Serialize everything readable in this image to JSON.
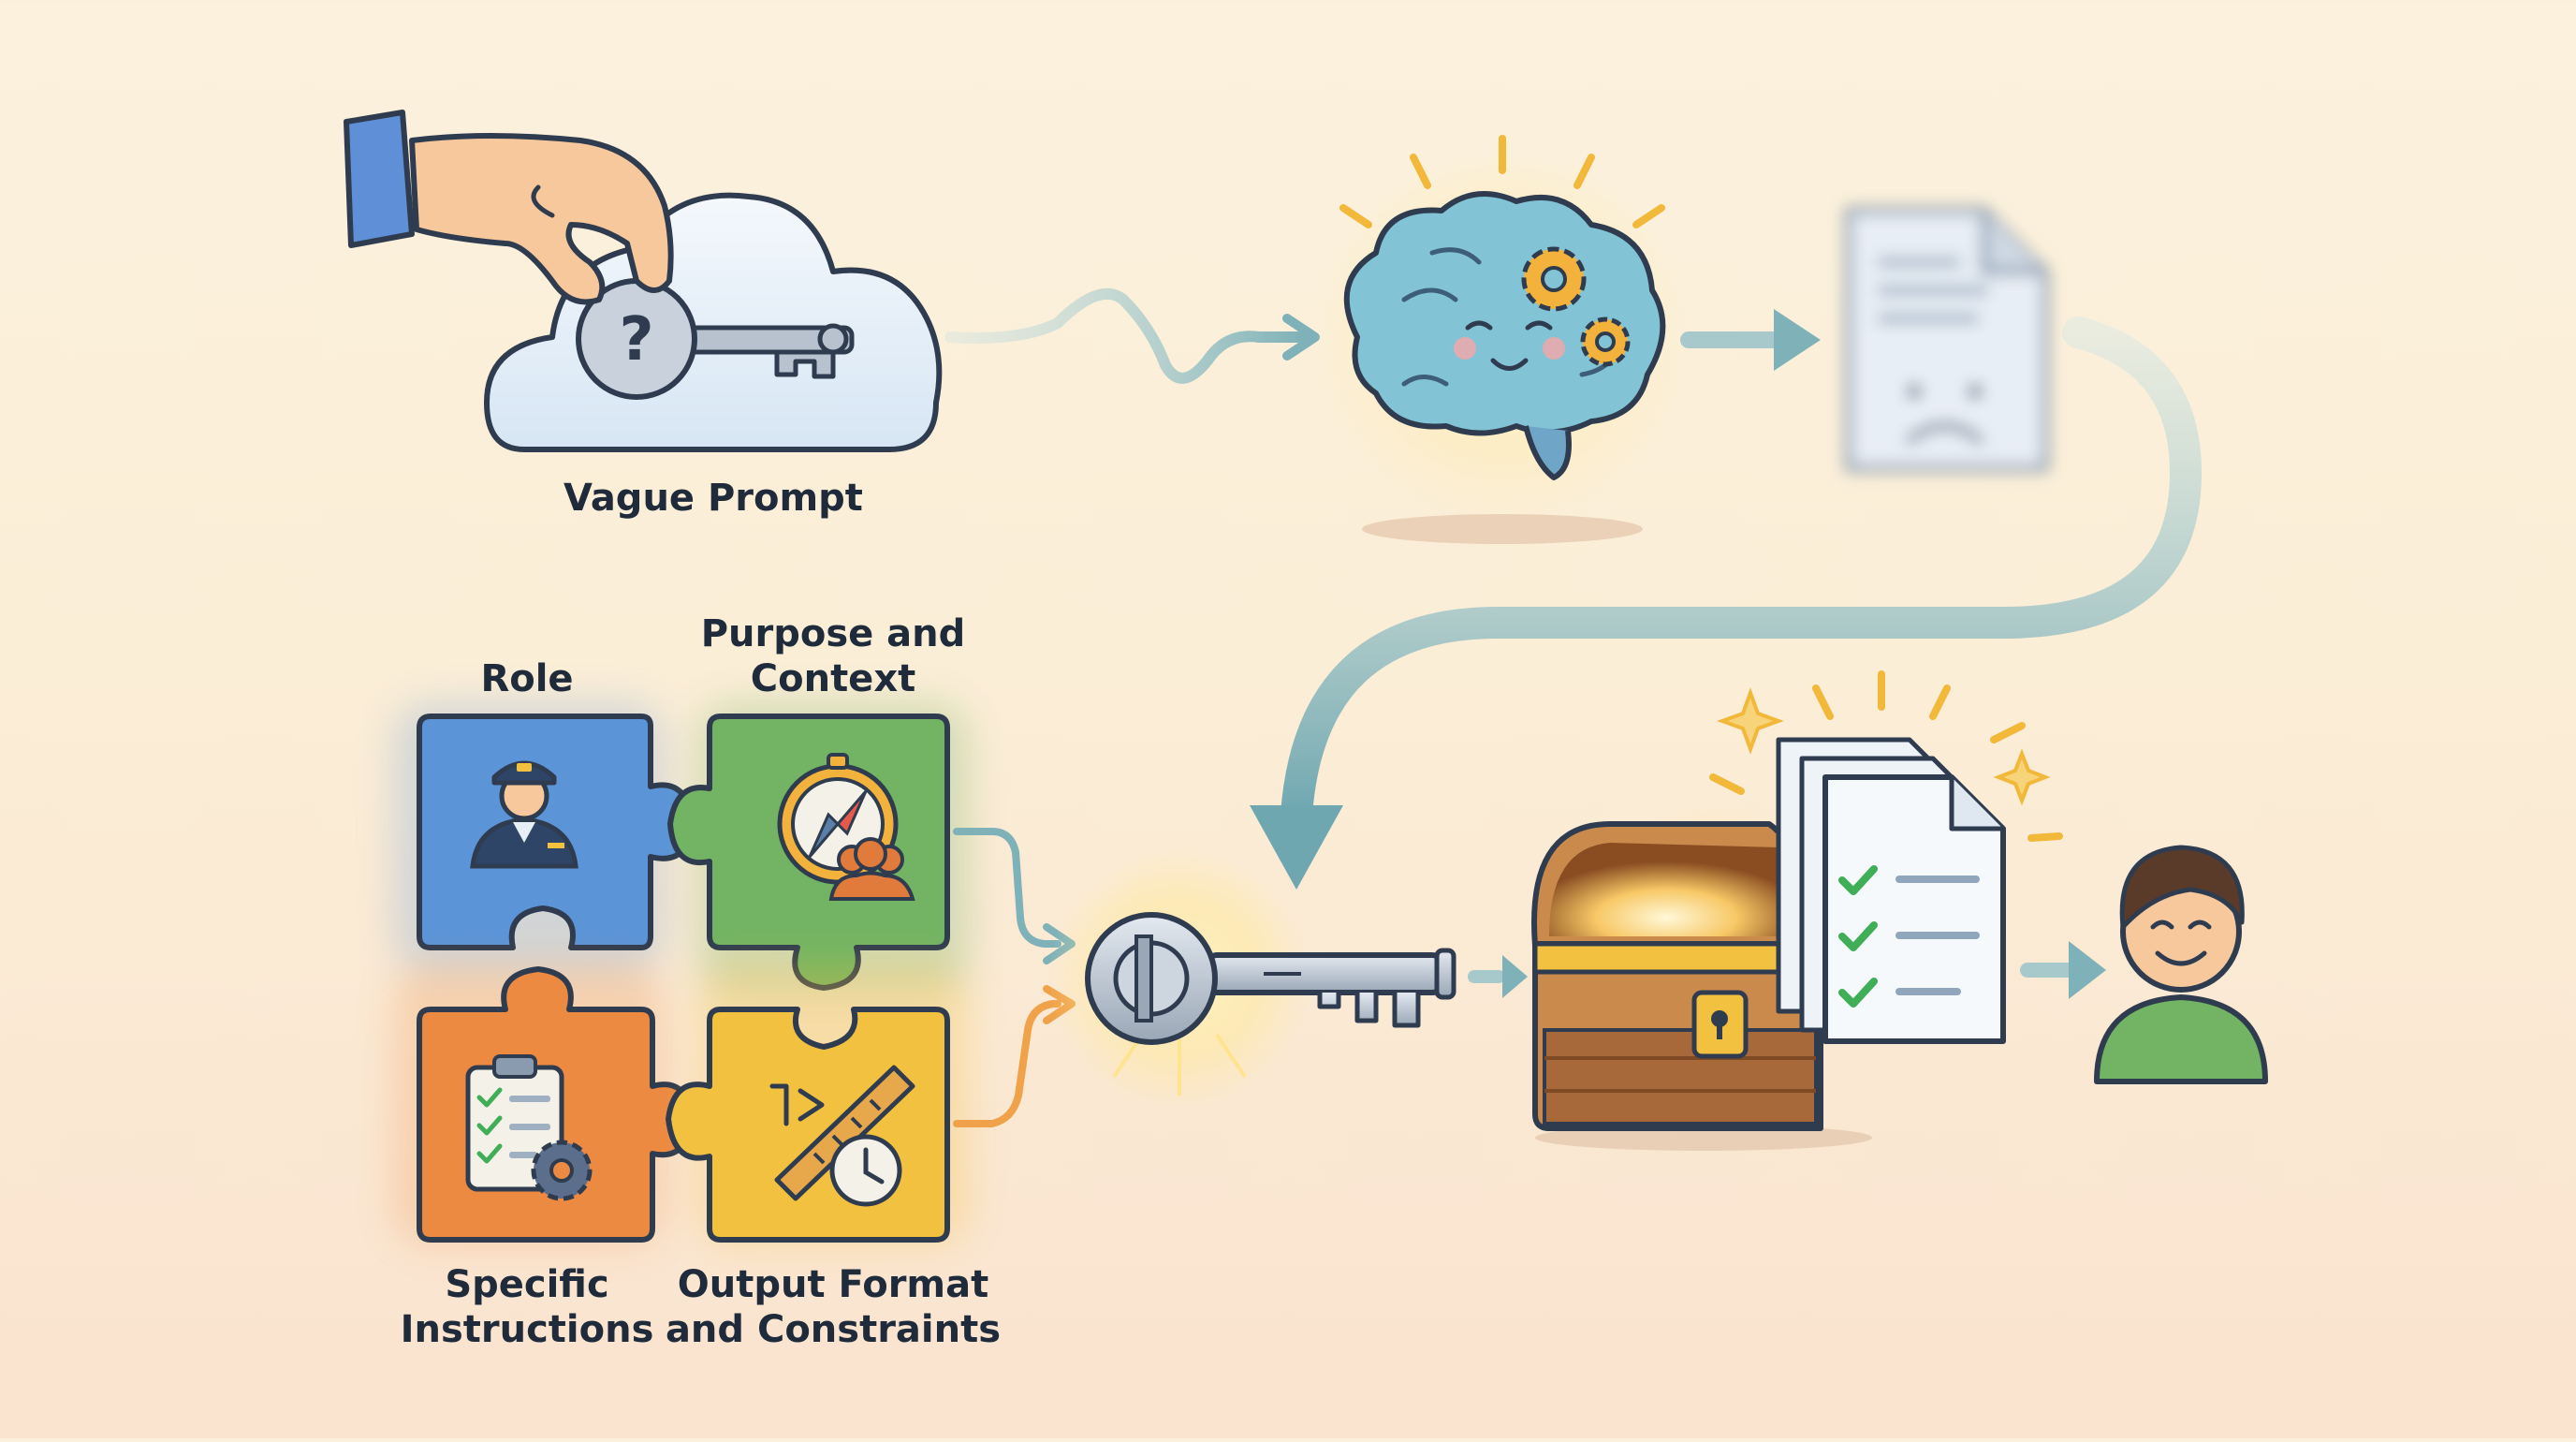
{
  "labels": {
    "vague_prompt": "Vague Prompt",
    "role": "Role",
    "purpose_line1": "Purpose and",
    "purpose_line2": "Context",
    "specific_line1": "Specific",
    "specific_line2": "Instructions",
    "output_line1": "Output Format",
    "output_line2": "and Constraints",
    "question_mark": "?"
  },
  "colors": {
    "role_piece": "#5b95d8",
    "purpose_piece": "#72b463",
    "specific_piece": "#ec8a42",
    "output_piece": "#f2c140",
    "arrow_teal": "#7fb2b8",
    "arrow_orange": "#f0a24a",
    "outline": "#2f3c4f",
    "brain": "#7fc1d6",
    "key_silver": "#b8c2cf",
    "chest_wood": "#c98a4b",
    "check_green": "#3fae57"
  },
  "icons": [
    "hand-icon",
    "cloud-icon",
    "question-key-icon",
    "wavy-arrow-icon",
    "brain-icon",
    "gear-icon",
    "blurry-document-icon",
    "sad-face-icon",
    "curved-arrow-icon",
    "pilot-icon",
    "compass-icon",
    "people-icon",
    "clipboard-icon",
    "ruler-icon",
    "clock-icon",
    "silver-key-icon",
    "treasure-chest-icon",
    "document-stack-icon",
    "checkmark-icon",
    "sparkle-icon",
    "user-avatar-icon"
  ]
}
